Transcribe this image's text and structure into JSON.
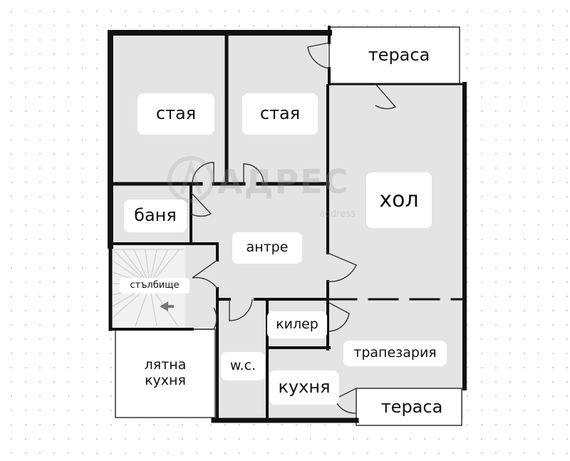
{
  "plan": {
    "rooms": {
      "room1": "стая",
      "room2": "стая",
      "terrace_top": "тераса",
      "hall": "хол",
      "bathroom": "баня",
      "entrance": "антре",
      "stairs": "стълбище",
      "pantry": "килер",
      "dining": "трапезария",
      "summer_kitchen_line1": "лятна",
      "summer_kitchen_line2": "кухня",
      "wc": "w.c.",
      "kitchen": "кухня",
      "terrace_bottom": "тераса"
    },
    "watermark": {
      "brand": "АДРЕС",
      "sub": "address"
    },
    "colors": {
      "wall": "#111111",
      "floor": "#e4e4e4",
      "label_bg": "#ffffff"
    }
  }
}
